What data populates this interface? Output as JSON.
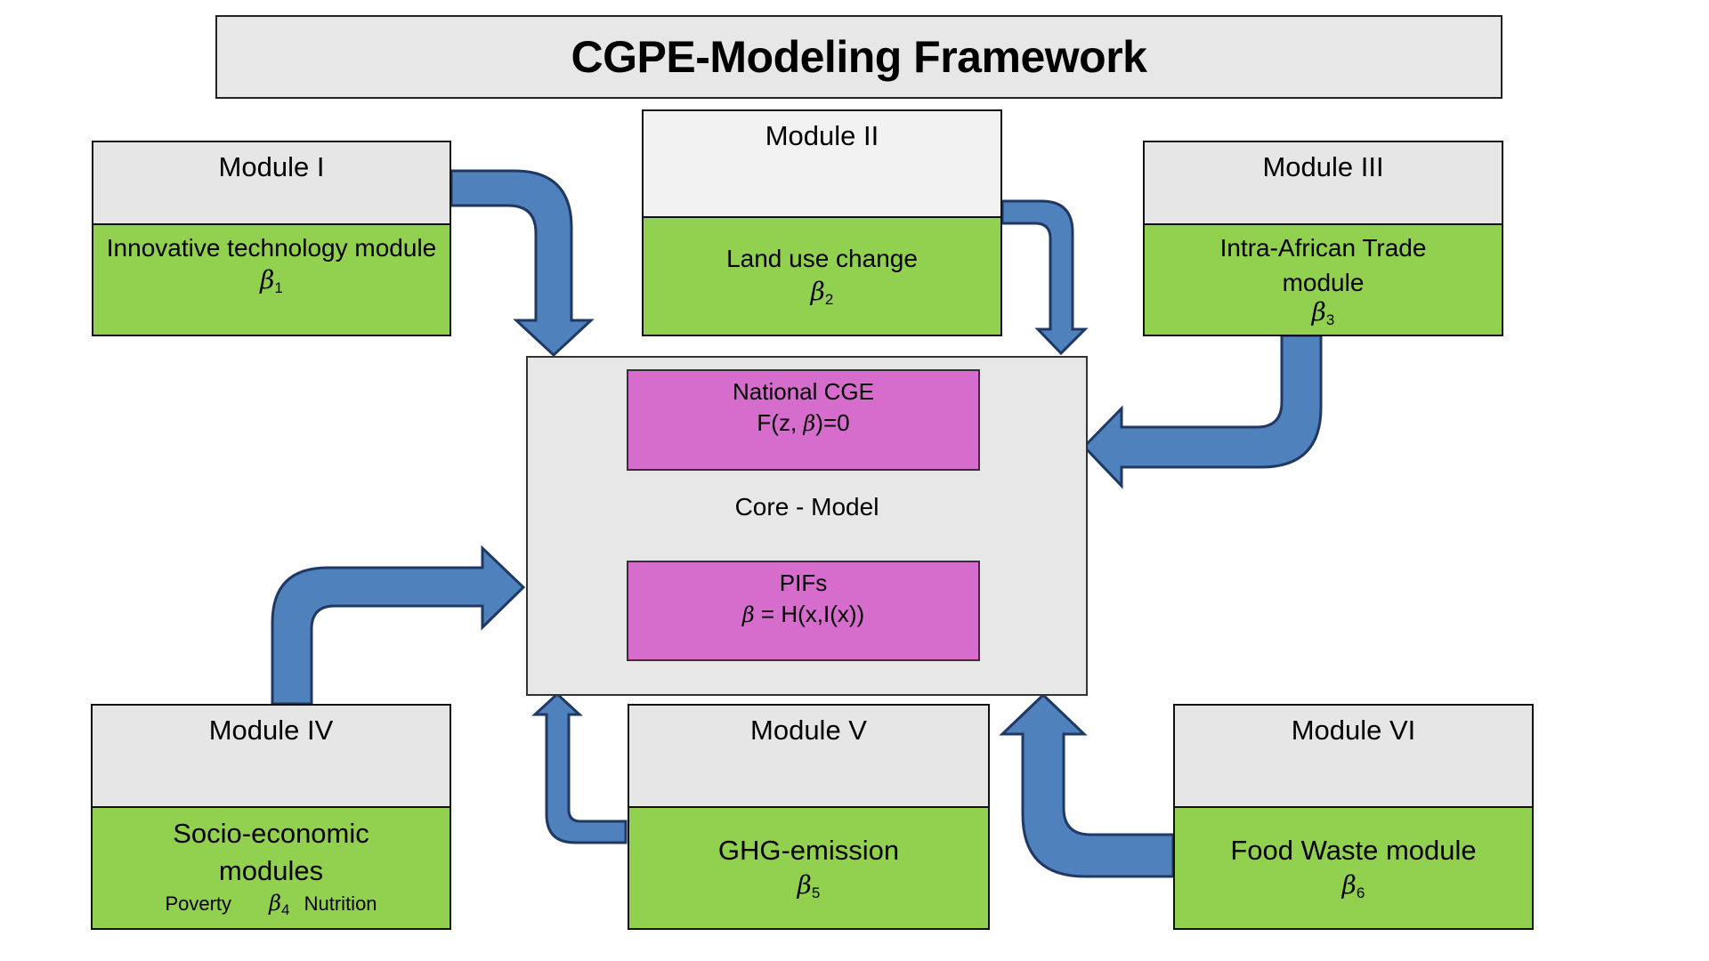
{
  "title": "CGPE-Modeling Framework",
  "colors": {
    "module_header": "#e6e6e6",
    "module_body": "#92d050",
    "core_background": "#e7e7e7",
    "core_inner": "#d66ccb",
    "arrow_fill": "#4f81bd",
    "arrow_stroke": "#1f3864"
  },
  "core": {
    "label": "Core - Model",
    "national_cge": {
      "title": "National CGE",
      "equation_prefix": "F(z, ",
      "beta": "β",
      "equation_suffix": ")=0"
    },
    "pifs": {
      "title": "PIFs",
      "beta": "β",
      "equation": " = H(x,I(x))"
    }
  },
  "modules": [
    {
      "id": "I",
      "header": "Module I",
      "lines": [
        "Innovative technology module"
      ],
      "beta": "β",
      "sub": "1"
    },
    {
      "id": "II",
      "header": "Module II",
      "lines": [
        "Land use change"
      ],
      "beta": "β",
      "sub": "2"
    },
    {
      "id": "III",
      "header": "Module III",
      "lines": [
        "Intra-African Trade",
        "module"
      ],
      "beta": "β",
      "sub": "3"
    },
    {
      "id": "IV",
      "header": "Module IV",
      "lines": [
        "Socio-economic",
        "modules"
      ],
      "left_note": "Poverty",
      "right_note": "Nutrition",
      "beta": "β",
      "sub": "4"
    },
    {
      "id": "V",
      "header": "Module V",
      "lines": [
        "GHG-emission"
      ],
      "beta": "β",
      "sub": "5"
    },
    {
      "id": "VI",
      "header": "Module VI",
      "lines": [
        "Food Waste module"
      ],
      "beta": "β",
      "sub": "6"
    }
  ],
  "connections": [
    {
      "from": "Module I",
      "to": "Core - Model"
    },
    {
      "from": "Module II",
      "to": "Core - Model"
    },
    {
      "from": "Module III",
      "to": "Core - Model"
    },
    {
      "from": "Module IV",
      "to": "Core - Model"
    },
    {
      "from": "Module V",
      "to": "Core - Model"
    },
    {
      "from": "Module VI",
      "to": "Core - Model"
    }
  ]
}
